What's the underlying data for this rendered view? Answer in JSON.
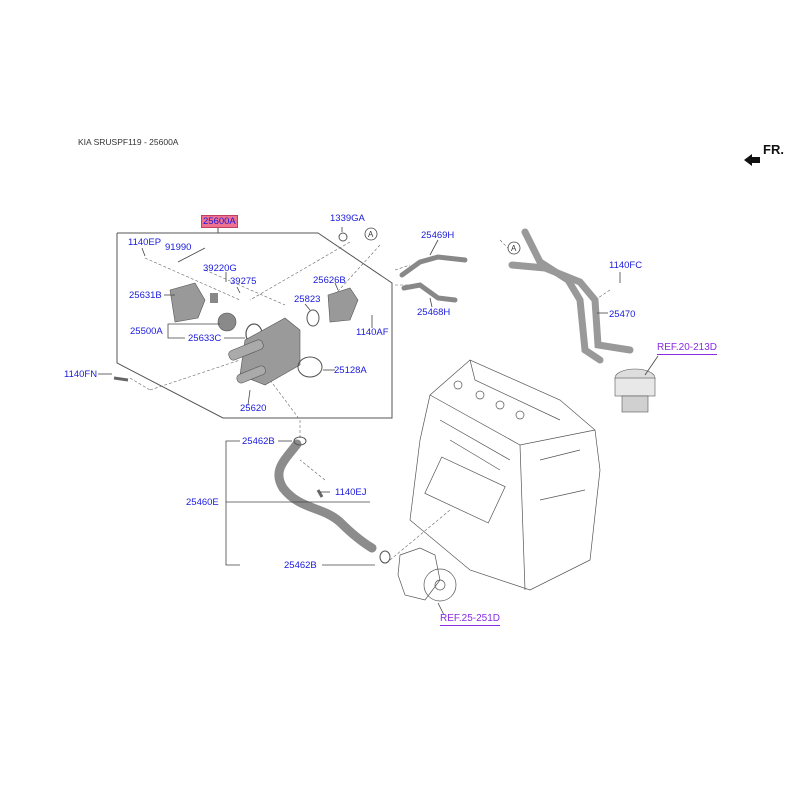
{
  "header": {
    "title": "KIA SRUSPF119 - 25600A",
    "direction_label": "FR.",
    "direction_icon": "front-arrow-icon"
  },
  "colors": {
    "part_label": "#1a1adb",
    "ref_label": "#8a2be2",
    "highlight_bg": "#f07090",
    "line": "#444444"
  },
  "callouts": {
    "circle_a": "A"
  },
  "parts": {
    "p25600A": "25600A",
    "p1339GA": "1339GA",
    "p1140EP": "1140EP",
    "p91990": "91990",
    "p39220G": "39220G",
    "p39275": "39275",
    "p25631B": "25631B",
    "p25626B": "25626B",
    "p25823": "25823",
    "p25500A": "25500A",
    "p25633C": "25633C",
    "p1140AF": "1140AF",
    "p25128A": "25128A",
    "p1140FN": "1140FN",
    "p25620": "25620",
    "p25469H": "25469H",
    "p25468H": "25468H",
    "p1140FC": "1140FC",
    "p25470": "25470",
    "p25462B_top": "25462B",
    "p25460E": "25460E",
    "p1140EJ": "1140EJ",
    "p25462B_bottom": "25462B"
  },
  "references": {
    "ref_20_213D": "REF.20-213D",
    "ref_25_251D": "REF.25-251D"
  }
}
